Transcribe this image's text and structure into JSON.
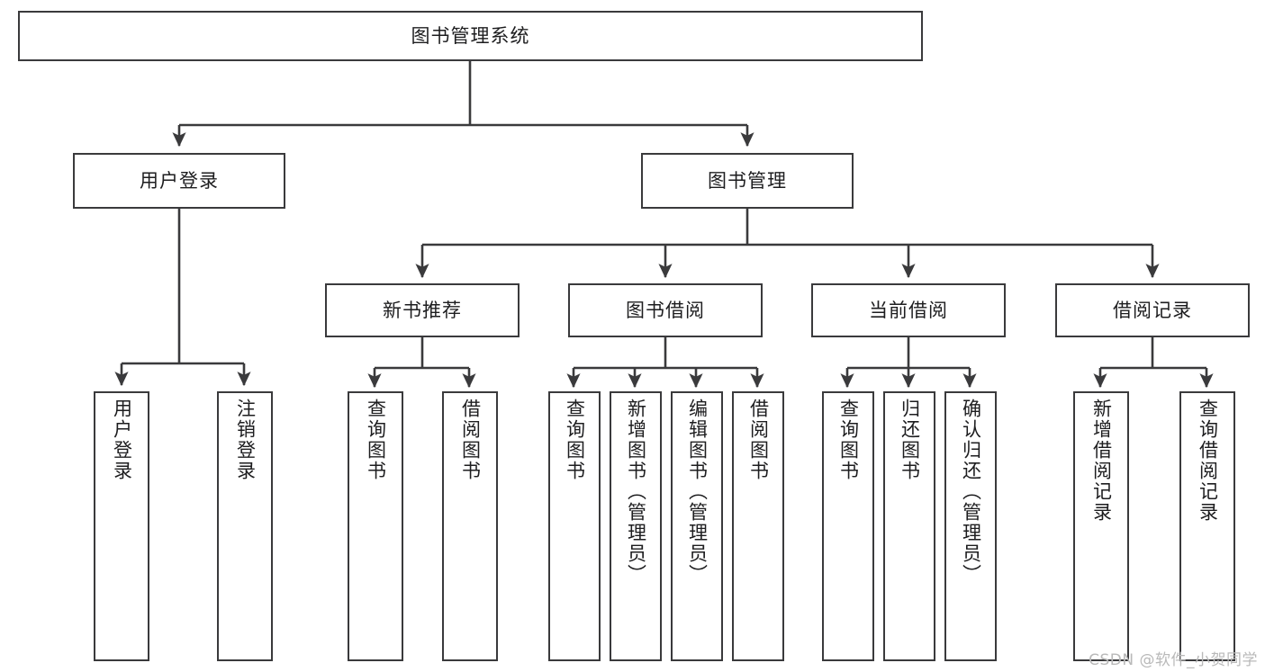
{
  "diagram": {
    "title": "图书管理系统",
    "type": "tree-hierarchy-chart",
    "stroke_color": "#3a3a3c",
    "text_color": "#1d1d1f",
    "background": "#ffffff"
  },
  "root": {
    "label": "图书管理系统"
  },
  "level2": [
    {
      "label": "用户登录"
    },
    {
      "label": "图书管理"
    }
  ],
  "level3": [
    {
      "label": "新书推荐"
    },
    {
      "label": "图书借阅"
    },
    {
      "label": "当前借阅"
    },
    {
      "label": "借阅记录"
    }
  ],
  "leaves": {
    "user_login": [
      {
        "label": "用户登录"
      },
      {
        "label": "注销登录"
      }
    ],
    "new_book": [
      {
        "label": "查询图书"
      },
      {
        "label": "借阅图书"
      }
    ],
    "book_borrow": [
      {
        "label": "查询图书"
      },
      {
        "label": "新增图书（管理员）"
      },
      {
        "label": "编辑图书（管理员）"
      },
      {
        "label": "借阅图书"
      }
    ],
    "current_borrow": [
      {
        "label": "查询图书"
      },
      {
        "label": "归还图书"
      },
      {
        "label": "确认归还（管理员）"
      }
    ],
    "borrow_record": [
      {
        "label": "新增借阅记录"
      },
      {
        "label": "查询借阅记录"
      }
    ]
  },
  "watermark": {
    "text": "CSDN @软件_小贺同学"
  }
}
